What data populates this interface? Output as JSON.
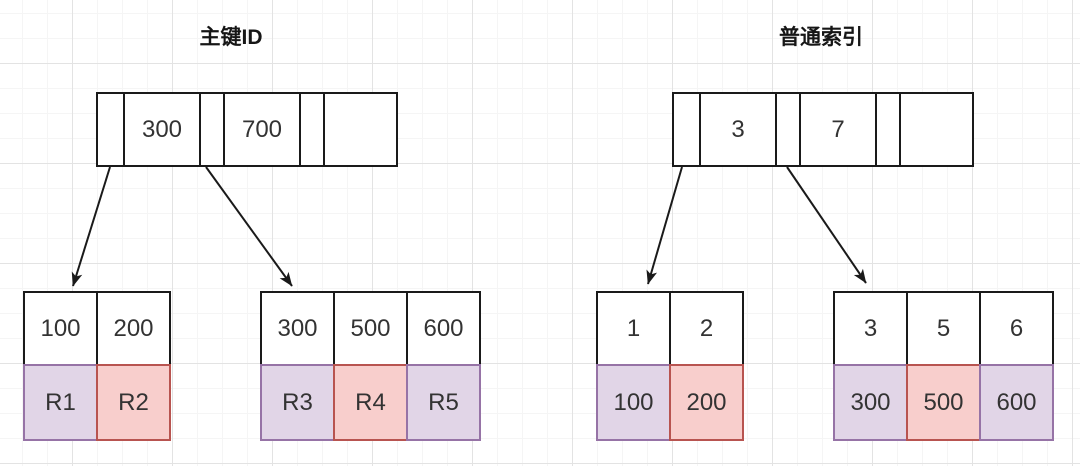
{
  "canvas": {
    "background": "#ffffff",
    "grid_minor_color": "#f5f5f5",
    "grid_major_color": "#e3e3e3"
  },
  "colors": {
    "node_border": "#1a1a1a",
    "purple_fill": "#E1D5E7",
    "purple_border": "#9673A6",
    "red_fill": "#F8CECC",
    "red_border": "#B85450",
    "text": "#333333"
  },
  "diagrams": [
    {
      "title": "主键ID",
      "root": {
        "cells": [
          "",
          "300",
          "",
          "700",
          "",
          ""
        ]
      },
      "leaves": [
        {
          "keys": [
            "100",
            "200"
          ],
          "records": [
            {
              "label": "R1",
              "style": "purple"
            },
            {
              "label": "R2",
              "style": "red"
            }
          ]
        },
        {
          "keys": [
            "300",
            "500",
            "600"
          ],
          "records": [
            {
              "label": "R3",
              "style": "purple"
            },
            {
              "label": "R4",
              "style": "red"
            },
            {
              "label": "R5",
              "style": "purple"
            }
          ]
        }
      ]
    },
    {
      "title": "普通索引",
      "root": {
        "cells": [
          "",
          "3",
          "",
          "7",
          "",
          ""
        ]
      },
      "leaves": [
        {
          "keys": [
            "1",
            "2"
          ],
          "records": [
            {
              "label": "100",
              "style": "purple"
            },
            {
              "label": "200",
              "style": "red"
            }
          ]
        },
        {
          "keys": [
            "3",
            "5",
            "6"
          ],
          "records": [
            {
              "label": "300",
              "style": "purple"
            },
            {
              "label": "500",
              "style": "red"
            },
            {
              "label": "600",
              "style": "purple"
            }
          ]
        }
      ]
    }
  ]
}
